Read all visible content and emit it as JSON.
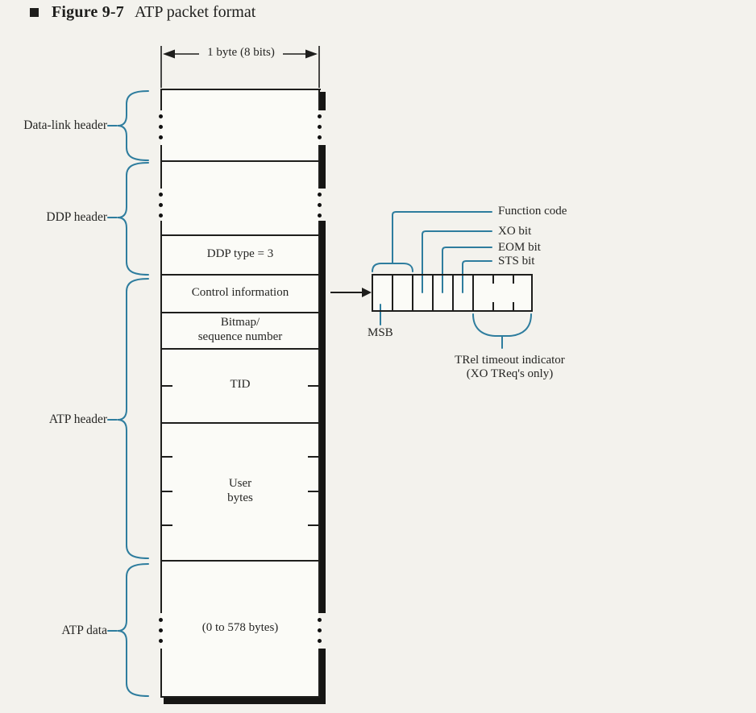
{
  "title": {
    "figure_no": "Figure 9-7",
    "caption": "ATP packet format"
  },
  "ruler": {
    "label": "1 byte (8 bits)"
  },
  "side_labels": {
    "datalink": "Data-link header",
    "ddp": "DDP header",
    "atp_header": "ATP header",
    "atp_data": "ATP data"
  },
  "packet_sections": {
    "ddp_type": "DDP type = 3",
    "control": "Control information",
    "bitmap": [
      "Bitmap/",
      "sequence number"
    ],
    "tid": "TID",
    "user_bytes": [
      "User",
      "bytes"
    ],
    "atp_data": "(0 to 578 bytes)"
  },
  "bit_labels": {
    "function_code": "Function code",
    "xo": "XO bit",
    "eom": "EOM bit",
    "sts": "STS bit",
    "msb": "MSB",
    "trel": [
      "TRel timeout indicator",
      "(XO TReq's only)"
    ]
  },
  "colors": {
    "accent": "#2e7d9e",
    "ink": "#1e1e1c",
    "paper": "#f3f2ed"
  }
}
